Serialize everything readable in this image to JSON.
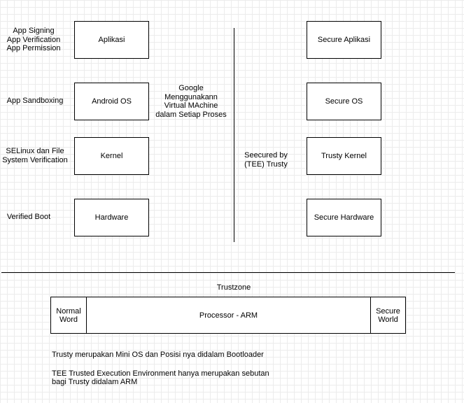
{
  "left_labels": {
    "app_security": [
      "App Signing",
      "App Verification",
      "App Permission"
    ],
    "sandboxing": "App Sandboxing",
    "selinux": [
      "SELinux dan File",
      "System Verification"
    ],
    "verified_boot": "Verified Boot"
  },
  "normal_stack": {
    "aplikasi": "Aplikasi",
    "android_os": "Android OS",
    "kernel": "Kernel",
    "hardware": "Hardware"
  },
  "middle_notes": {
    "google": [
      "Google",
      "Menggunakann",
      "Virtual MAchine",
      "dalam Setiap Proses"
    ],
    "secured_by": [
      "Seecured by",
      "(TEE) Trusty"
    ]
  },
  "secure_stack": {
    "secure_aplikasi": "Secure Aplikasi",
    "secure_os": "Secure OS",
    "trusty_kernel": "Trusty Kernel",
    "secure_hardware": "Secure Hardware"
  },
  "trustzone": {
    "title": "Trustzone",
    "normal_world": [
      "Normal",
      "Word"
    ],
    "processor": "Processor - ARM",
    "secure_world": [
      "Secure",
      "World"
    ]
  },
  "notes": {
    "trusty": "Trusty merupakan Mini OS dan Posisi nya didalam Bootloader",
    "tee": [
      "TEE Trusted Execution Environment hanya merupakan sebutan",
      "bagi Trusty didalam ARM"
    ]
  }
}
